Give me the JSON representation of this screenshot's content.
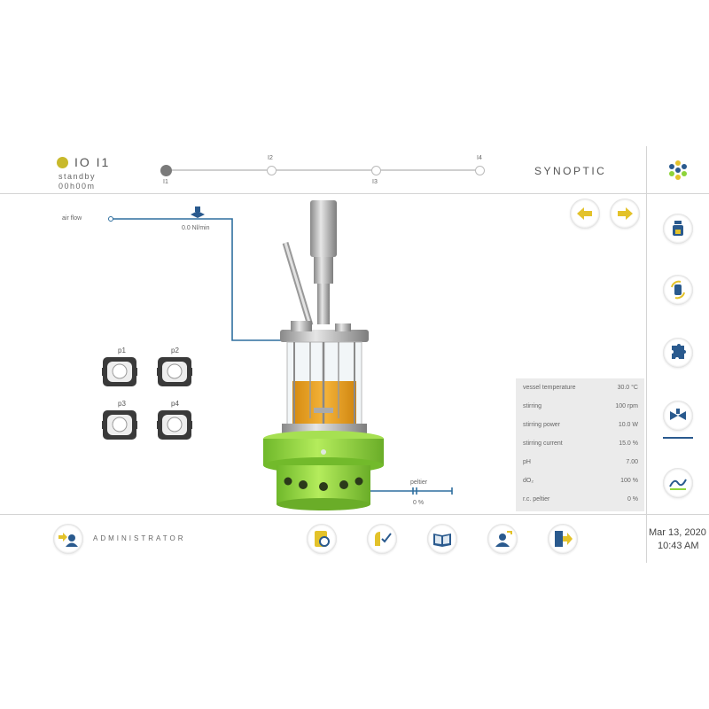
{
  "header": {
    "process_name": "IO I1",
    "state": "standby",
    "elapsed": "00h00m",
    "view_title": "SYNOPTIC",
    "status_color": "#c8b92b"
  },
  "timeline": {
    "steps": [
      {
        "label": "I1",
        "active": true
      },
      {
        "label": "I2",
        "active": false
      },
      {
        "label": "I3",
        "active": false
      },
      {
        "label": "I4",
        "active": false
      }
    ]
  },
  "flow": {
    "air_flow_label": "air flow",
    "air_flow_value": "0.0 Nl/min",
    "peltier_label": "peltier",
    "peltier_value": "0 %"
  },
  "pumps": [
    "p1",
    "p2",
    "p3",
    "p4"
  ],
  "measurements": [
    {
      "label": "vessel temperature",
      "value": "30.0 °C"
    },
    {
      "label": "stirring",
      "value": "100 rpm"
    },
    {
      "label": "stirring power",
      "value": "10.0 W"
    },
    {
      "label": "stirring current",
      "value": "15.0 %"
    },
    {
      "label": "pH",
      "value": "7.00"
    },
    {
      "label": "dO₂",
      "value": "100 %"
    },
    {
      "label": "r.c. peltier",
      "value": "0 %"
    }
  ],
  "footer": {
    "user": "ADMINISTRATOR",
    "date": "Mar 13, 2020",
    "time": "10:43 AM"
  },
  "colors": {
    "accent_yellow": "#e3c22a",
    "accent_blue": "#2a5a8e",
    "vessel_green": "#8ed43a",
    "culture_orange": "#e7a21d",
    "line_blue": "#2f6f9f"
  },
  "icons": {
    "nav_back": "arrow-left-icon",
    "nav_forward": "arrow-right-icon",
    "side": [
      "vessel-icon",
      "cycle-icon",
      "puzzle-icon",
      "valve-icon",
      "trend-icon"
    ],
    "bottom": [
      "recipe-icon",
      "checklist-icon",
      "logbook-icon",
      "alarm-icon",
      "exit-icon"
    ]
  }
}
